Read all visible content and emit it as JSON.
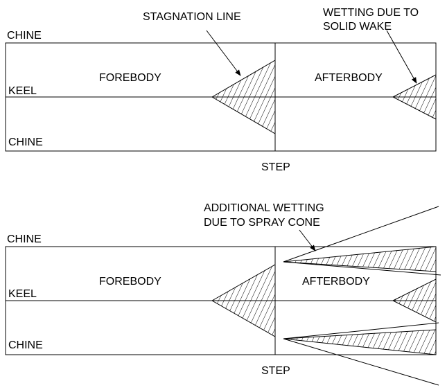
{
  "top_diagram": {
    "chine_top": "CHINE",
    "keel": "KEEL",
    "chine_bottom": "CHINE",
    "forebody": "FOREBODY",
    "afterbody": "AFTERBODY",
    "step": "STEP",
    "stagnation_line": "STAGNATION LINE",
    "wake_line1": "WETTING DUE TO",
    "wake_line2": "SOLID WAKE"
  },
  "bottom_diagram": {
    "chine_top": "CHINE",
    "keel": "KEEL",
    "chine_bottom": "CHINE",
    "forebody": "FOREBODY",
    "afterbody": "AFTERBODY",
    "step": "STEP",
    "spray_line1": "ADDITIONAL WETTING",
    "spray_line2": "DUE TO SPRAY CONE"
  }
}
